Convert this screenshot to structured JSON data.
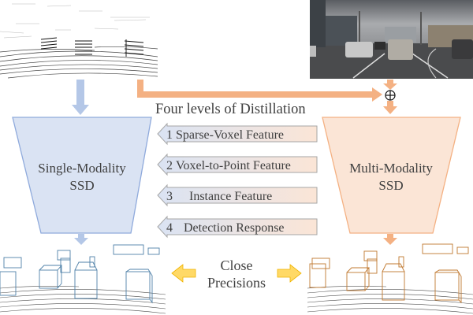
{
  "diagram": {
    "title": "Four levels of Distillation",
    "student": {
      "line1": "Single-Modality",
      "line2": "SSD"
    },
    "teacher": {
      "line1": "Multi-Modality",
      "line2": "SSD"
    },
    "fusion_symbol": "⊕",
    "distillation_levels": [
      {
        "num": "1",
        "label": "Sparse-Voxel Feature"
      },
      {
        "num": "2",
        "label": "Voxel-to-Point Feature"
      },
      {
        "num": "3",
        "label": "Instance Feature"
      },
      {
        "num": "4",
        "label": "Detection Response"
      }
    ],
    "comparison": {
      "line1": "Close",
      "line2": "Precisions"
    },
    "inputs": {
      "lidar_top": "lidar-point-cloud",
      "camera_image": "camera-street-scene"
    },
    "outputs": {
      "student_detections": "lidar-with-blue-boxes",
      "teacher_detections": "lidar-with-orange-boxes"
    },
    "colors": {
      "student_fill": "#dae3f3",
      "student_stroke": "#8faadc",
      "student_arrow": "#b4c7e7",
      "teacher_fill": "#fbe5d6",
      "teacher_stroke": "#f4b183",
      "teacher_arrow": "#f4b183",
      "compare_arrow": "#ffd966",
      "compare_arrow_stroke": "#f0b400",
      "student_box": "#4f81a8",
      "teacher_box": "#c0782f"
    }
  }
}
